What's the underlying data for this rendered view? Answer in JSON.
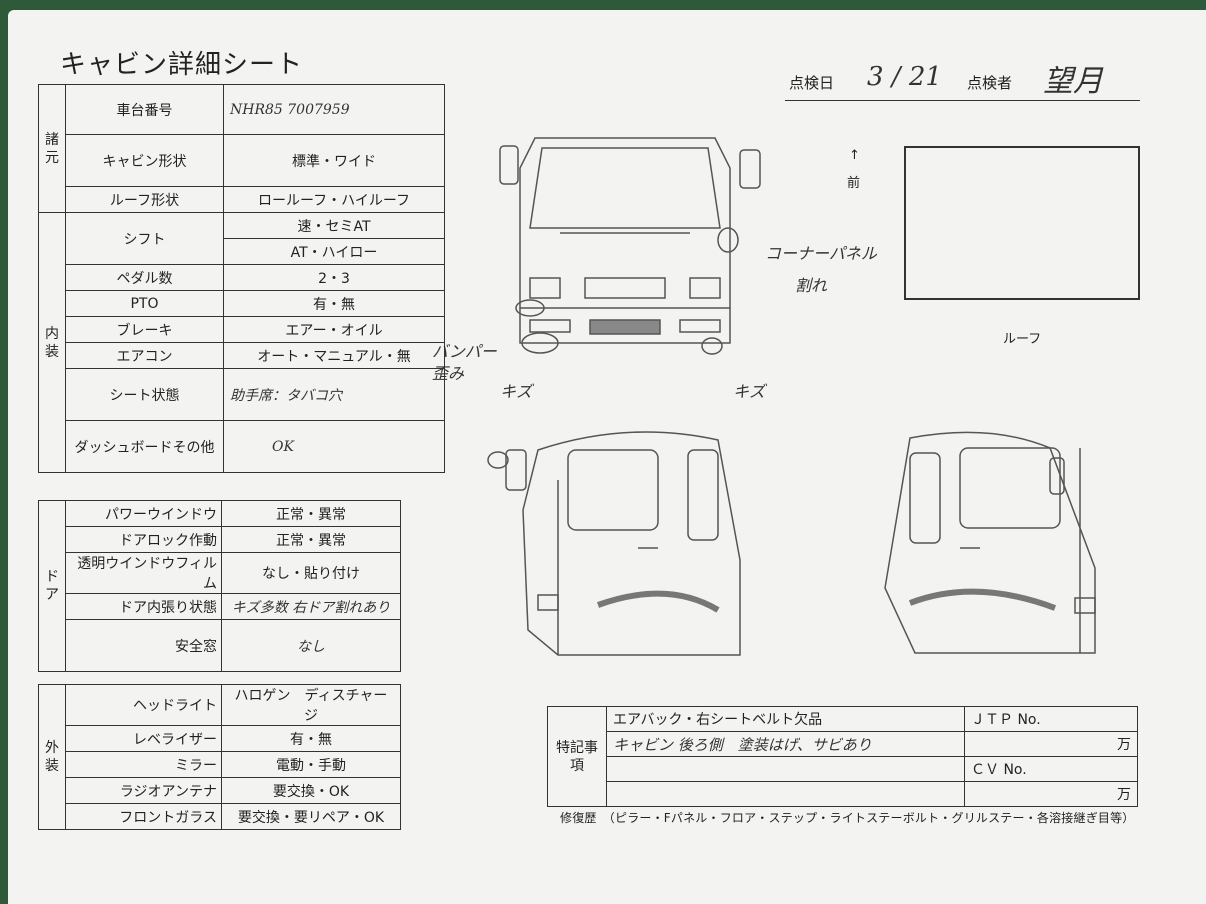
{
  "title": "キャビン詳細シート",
  "inspection": {
    "date_label": "点検日",
    "date_value": "3 / 21",
    "inspector_label": "点検者",
    "inspector_value": "望月"
  },
  "specs": {
    "section": "諸元",
    "rows": [
      {
        "label": "車台番号",
        "value": "NHR85 7007959"
      },
      {
        "label": "キャビン形状",
        "value": "標準・ワイド"
      },
      {
        "label": "ルーフ形状",
        "value": "ロールーフ・ハイルーフ"
      }
    ]
  },
  "interior": {
    "section": "内装",
    "rows": [
      {
        "label": "シフト",
        "value1": "速・セミAT",
        "value2": "AT・ハイロー"
      },
      {
        "label": "ペダル数",
        "value": "2・3"
      },
      {
        "label": "PTO",
        "value": "有・無"
      },
      {
        "label": "ブレーキ",
        "value": "エアー・オイル"
      },
      {
        "label": "エアコン",
        "value": "オート・マニュアル・無"
      },
      {
        "label": "シート状態",
        "value": "助手席：タバコ穴"
      },
      {
        "label": "ダッシュボードその他",
        "value": "OK"
      }
    ]
  },
  "door": {
    "section": "ドア",
    "rows": [
      {
        "label": "パワーウインドウ",
        "value": "正常・異常"
      },
      {
        "label": "ドアロック作動",
        "value": "正常・異常"
      },
      {
        "label": "透明ウインドウフィルム",
        "value": "なし・貼り付け"
      },
      {
        "label": "ドア内張り状態",
        "value": "キズ多数 右ドア割れあり"
      },
      {
        "label": "安全窓",
        "value": "なし"
      }
    ]
  },
  "exterior": {
    "section": "外装",
    "rows": [
      {
        "label": "ヘッドライト",
        "value": "ハロゲン　ディスチャージ"
      },
      {
        "label": "レベライザー",
        "value": "有・無"
      },
      {
        "label": "ミラー",
        "value": "電動・手動"
      },
      {
        "label": "ラジオアンテナ",
        "value": "要交換・OK"
      },
      {
        "label": "フロントガラス",
        "value": "要交換・要リペア・OK"
      }
    ]
  },
  "diagram": {
    "front_arrow": "↑",
    "front_label": "前",
    "roof_label": "ルーフ",
    "notes": {
      "corner_panel": "コーナーパネル",
      "corner_panel_2": "割れ",
      "bumper": "バンパー",
      "bumper_2": "歪み",
      "scratch_left": "キズ",
      "scratch_right": "キズ"
    }
  },
  "remarks": {
    "label": "特記事項",
    "line1": "エアバック・右シートベルト欠品",
    "line2": "キャビン 後ろ側　塗装はげ、サビあり",
    "jtp_label": "ＪＴＰ No.",
    "cv_label": "ＣＶ No.",
    "unit": "万"
  },
  "repair_history": "修復歴　（ピラー・Fパネル・フロア・ステップ・ライトステーボルト・グリルステー・各溶接継ぎ目等）",
  "colors": {
    "paper": "#f3f3f1",
    "ink": "#333333",
    "background": "#2e5a3a"
  }
}
